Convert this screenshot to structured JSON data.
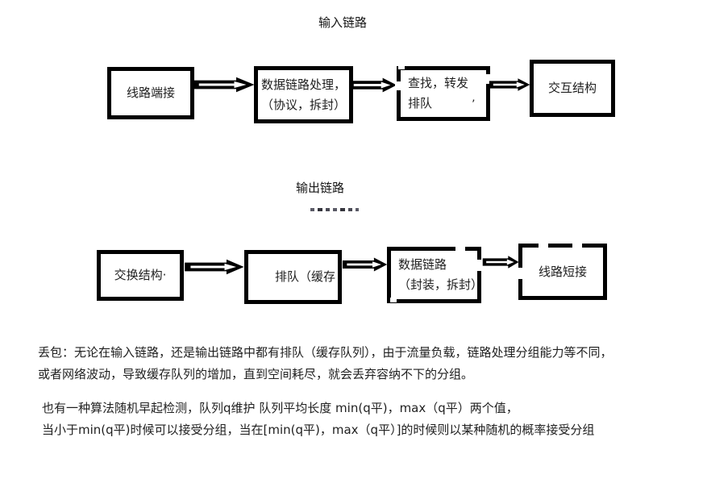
{
  "page": {
    "background": "#ffffff",
    "ink_color": "#000000",
    "text_color": "#1f1f1f"
  },
  "input_section": {
    "title": "输入链路",
    "boxes": {
      "line_termination": {
        "label": "线路端接"
      },
      "datalink_processing": {
        "line1": "数据链路处理，",
        "line2": "（协议，拆封）"
      },
      "lookup_forward": {
        "line1": "查找，转发",
        "line2": "排队",
        "stray_mark": "’"
      },
      "interconnect": {
        "label": "交互结构"
      }
    }
  },
  "output_section": {
    "title": "输出链路",
    "boxes": {
      "switch_fabric": {
        "label": "交换结构·"
      },
      "queue_buffer": {
        "label": "排队（缓存"
      },
      "datalink": {
        "line1": "数据链路",
        "line2": "（封装，拆封）"
      },
      "line_short": {
        "label": "线路短接"
      }
    }
  },
  "notes": {
    "packet_loss": {
      "line1": "丢包：无论在输入链路，还是输出链路中都有排队（缓存队列），由于流量负载，链路处理分组能力等不同，",
      "line2": "或者网络波动，导致缓存队列的增加，直到空间耗尽，就会丢弃容纳不下的分组。"
    },
    "red_algorithm": {
      "line1": "也有一种算法随机早起检测，队列q维护 队列平均长度 min(q平)，max（q平）两个值，",
      "line2": "当小于min(q平)时候可以接受分组，当在[min(q平)，max（q平）]的时候则以某种随机的概率接受分组"
    }
  }
}
